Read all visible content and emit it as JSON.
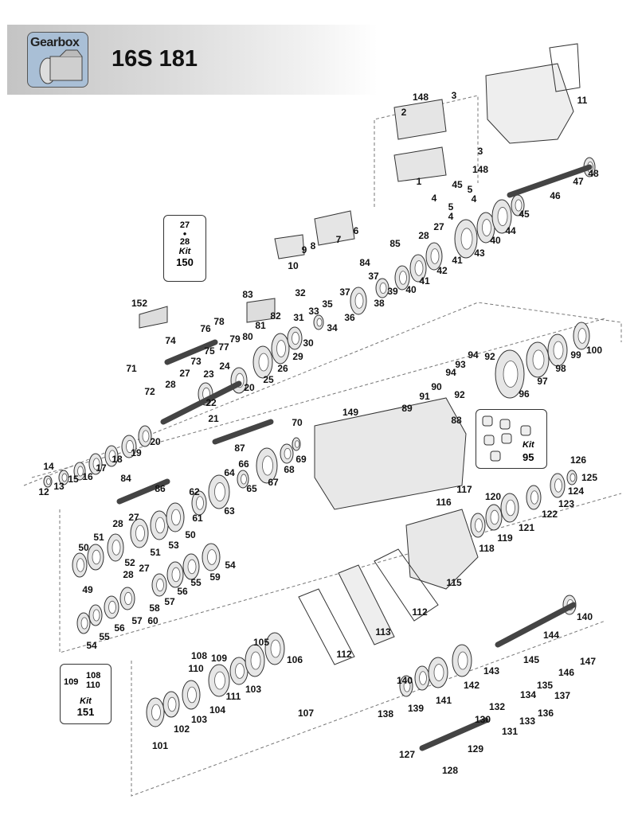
{
  "header": {
    "logo_text": "Gearbox",
    "title": "16S 181"
  },
  "kits": [
    {
      "parts": [
        "27",
        "28"
      ],
      "label": "Kit",
      "number": "150"
    },
    {
      "parts": [],
      "label": "Kit",
      "number": "95"
    },
    {
      "parts": [
        "109",
        "108",
        "110"
      ],
      "label": "Kit",
      "number": "151"
    }
  ],
  "part_labels": [
    "148",
    "3",
    "2",
    "11",
    "3",
    "148",
    "1",
    "45",
    "5",
    "4",
    "4",
    "5",
    "4",
    "48",
    "47",
    "46",
    "45",
    "44",
    "40",
    "43",
    "41",
    "42",
    "27",
    "28",
    "85",
    "84",
    "6",
    "7",
    "8",
    "9",
    "10",
    "41",
    "40",
    "39",
    "37",
    "37",
    "38",
    "36",
    "35",
    "34",
    "33",
    "32",
    "31",
    "30",
    "29",
    "26",
    "25",
    "82",
    "83",
    "81",
    "80",
    "79",
    "78",
    "77",
    "76",
    "75",
    "74",
    "73",
    "71",
    "72",
    "27",
    "28",
    "23",
    "24",
    "20",
    "22",
    "21",
    "20",
    "19",
    "18",
    "17",
    "16",
    "15",
    "14",
    "13",
    "12",
    "152",
    "70",
    "69",
    "68",
    "67",
    "66",
    "65",
    "64",
    "63",
    "62",
    "61",
    "87",
    "86",
    "84",
    "149",
    "89",
    "90",
    "91",
    "92",
    "88",
    "93",
    "94",
    "92",
    "94",
    "96",
    "97",
    "98",
    "99",
    "100",
    "126",
    "125",
    "124",
    "123",
    "122",
    "121",
    "120",
    "117",
    "116",
    "119",
    "118",
    "115",
    "112",
    "113",
    "112",
    "27",
    "28",
    "51",
    "50",
    "52",
    "51",
    "53",
    "50",
    "49",
    "28",
    "27",
    "59",
    "54",
    "55",
    "56",
    "57",
    "58",
    "57",
    "60",
    "56",
    "55",
    "54",
    "140",
    "144",
    "143",
    "145",
    "146",
    "147",
    "142",
    "141",
    "140",
    "139",
    "138",
    "135",
    "134",
    "137",
    "132",
    "133",
    "136",
    "130",
    "131",
    "129",
    "127",
    "128",
    "108",
    "110",
    "109",
    "105",
    "106",
    "103",
    "111",
    "104",
    "103",
    "102",
    "101",
    "107"
  ]
}
